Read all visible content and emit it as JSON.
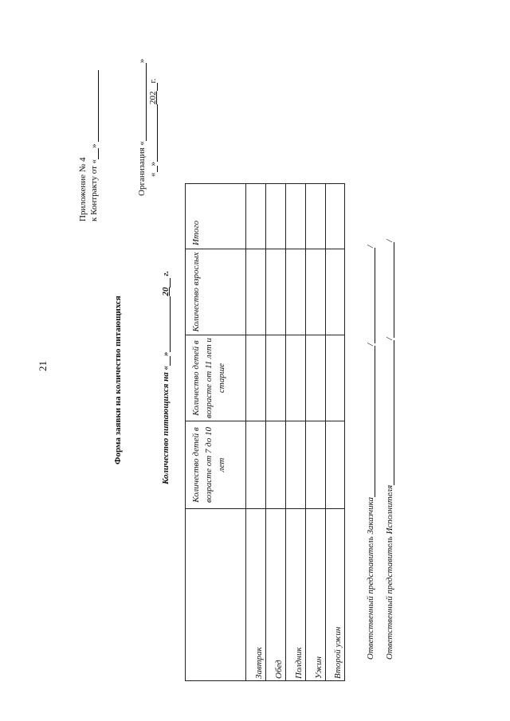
{
  "page_number": "21",
  "appendix": {
    "line1": "Приложение № 4",
    "line2_prefix": "к Контракту от «",
    "line2_mid": "»"
  },
  "org": {
    "label": "Организация «",
    "close": "»",
    "date_open": "«",
    "date_close": "»",
    "year": "202",
    "year_suffix": "г."
  },
  "form_title": "Форма заявки на количество питающихся",
  "quantity_line": {
    "prefix": "Количество питающихся на «",
    "close": "»",
    "year": "20",
    "suffix": "г."
  },
  "table": {
    "columns": [
      "",
      "Количество детей в возрасте от 7 до 10 лет",
      "Количество детей в возрасте от 11 лет и старше",
      "Количество взрослых",
      "Итого"
    ],
    "rows": [
      "Завтрак",
      "Обед",
      "Полдник",
      "Ужин",
      "Второй ужин"
    ]
  },
  "signatures": [
    {
      "label": "Ответственный представитель Заказчика",
      "slash1": "/",
      "slash2": "/"
    },
    {
      "label": "Ответственный представитель Исполнителя",
      "slash1": "/",
      "slash2": "/"
    }
  ]
}
